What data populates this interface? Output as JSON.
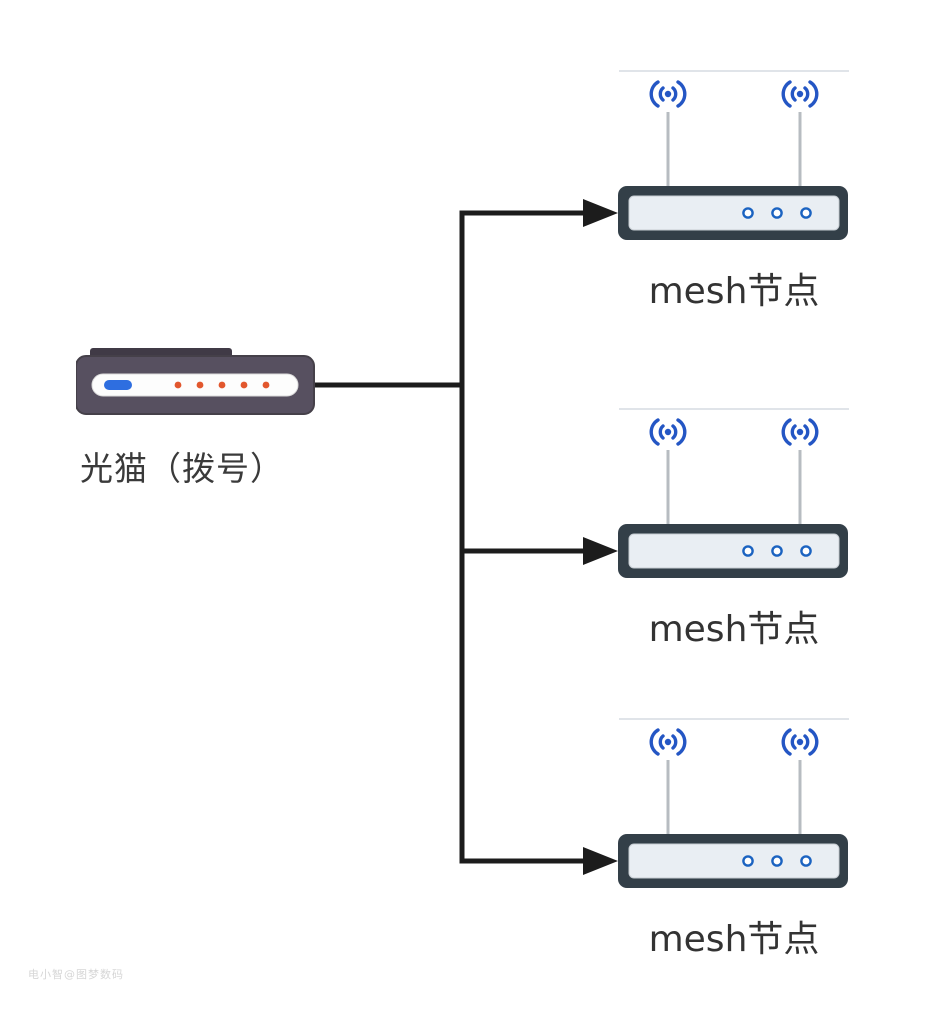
{
  "diagram": {
    "modem": {
      "label": "光猫（拨号）",
      "status_pill_color": "#2e6ee0",
      "indicator_dot_color": "#e2572e",
      "indicator_dot_count": 5
    },
    "nodes": [
      {
        "label": "mesh节点"
      },
      {
        "label": "mesh节点"
      },
      {
        "label": "mesh节点"
      }
    ],
    "watermark": "电小智@图梦数码",
    "colors": {
      "connector_line": "#1c1c1c",
      "router_body": "#333f48",
      "router_panel": "#e9eef3",
      "wifi_blue": "#2456c4",
      "port_ring_blue": "#1b63c1",
      "modem_body": "#575060",
      "antenna_gray": "#b7bcc1"
    }
  }
}
